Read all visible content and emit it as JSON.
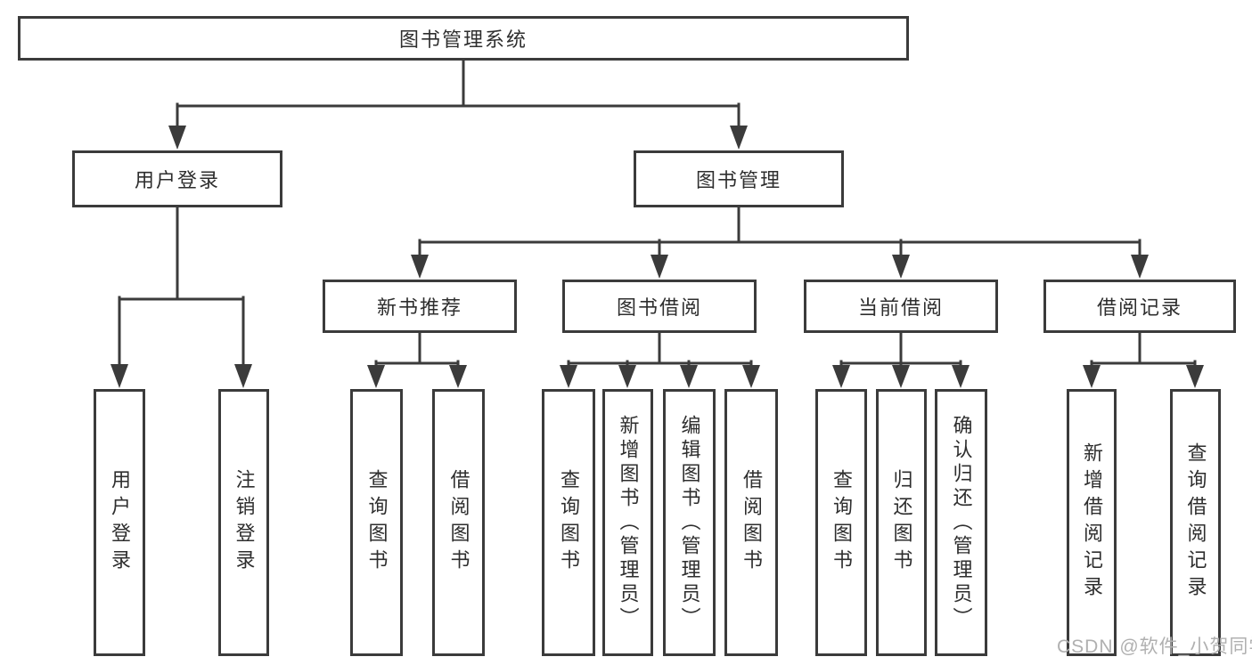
{
  "diagram_title": "图书管理系统",
  "nodes": {
    "root": {
      "label": "图书管理系统"
    },
    "user_login": {
      "label": "用户登录"
    },
    "book_mgmt": {
      "label": "图书管理"
    },
    "new_book_rec": {
      "label": "新书推荐"
    },
    "book_borrow": {
      "label": "图书借阅"
    },
    "current_borrow": {
      "label": "当前借阅"
    },
    "borrow_records": {
      "label": "借阅记录"
    },
    "leaf_user_login": {
      "label": "用户登录"
    },
    "leaf_logout": {
      "label": "注销登录"
    },
    "leaf_query_book_1": {
      "label": "查询图书"
    },
    "leaf_borrow_book_1": {
      "label": "借阅图书"
    },
    "leaf_query_book_2": {
      "label": "查询图书"
    },
    "leaf_add_book": {
      "label": "新增图书（管理员）"
    },
    "leaf_edit_book": {
      "label": "编辑图书（管理员）"
    },
    "leaf_borrow_book_2": {
      "label": "借阅图书"
    },
    "leaf_query_book_3": {
      "label": "查询图书"
    },
    "leaf_return_book": {
      "label": "归还图书"
    },
    "leaf_confirm_return": {
      "label": "确认归还（管理员）"
    },
    "leaf_add_record": {
      "label": "新增借阅记录"
    },
    "leaf_query_record": {
      "label": "查询借阅记录"
    }
  },
  "hierarchy": {
    "图书管理系统": {
      "用户登录": [
        "用户登录",
        "注销登录"
      ],
      "图书管理": {
        "新书推荐": [
          "查询图书",
          "借阅图书"
        ],
        "图书借阅": [
          "查询图书",
          "新增图书（管理员）",
          "编辑图书（管理员）",
          "借阅图书"
        ],
        "当前借阅": [
          "查询图书",
          "归还图书",
          "确认归还（管理员）"
        ],
        "借阅记录": [
          "新增借阅记录",
          "查询借阅记录"
        ]
      }
    }
  },
  "watermark": {
    "text": "CSDN @软件_小贺同学"
  },
  "colors": {
    "line": "#3b3b3b",
    "box_border": "#3b3b3b",
    "text": "#2e2e2e",
    "watermark": "#b0b0b0",
    "background": "#ffffff"
  }
}
